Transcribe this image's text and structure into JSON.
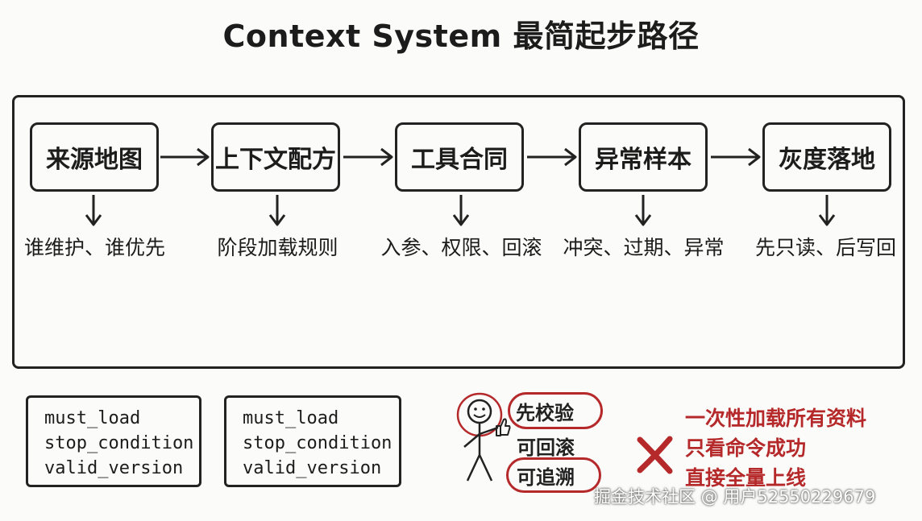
{
  "title": "Context System 最简起步路径",
  "steps": [
    {
      "label": "来源地图",
      "note": "谁维护、谁优先"
    },
    {
      "label": "上下文配方",
      "note": "阶段加载规则"
    },
    {
      "label": "工具合同",
      "note": "入参、权限、回滚"
    },
    {
      "label": "异常样本",
      "note": "冲突、过期、异常"
    },
    {
      "label": "灰度落地",
      "note": "先只读、后写回"
    }
  ],
  "code_boxes": [
    {
      "lines": [
        "must_load",
        "stop_condition",
        "valid_version"
      ]
    },
    {
      "lines": [
        "must_load",
        "stop_condition",
        "valid_version"
      ]
    }
  ],
  "good_practices": [
    "先校验",
    "可回滚",
    "可追溯"
  ],
  "bad_practices": [
    "一次性加载所有资料",
    "只看命令成功",
    "直接全量上线"
  ],
  "watermark": "掘金技术社区 @ 用户52550229679",
  "colors": {
    "ink": "#222222",
    "accent_red": "#b5292a"
  },
  "icons": [
    "stick-figure-icon",
    "thumbs-up-icon",
    "red-cross-icon"
  ]
}
